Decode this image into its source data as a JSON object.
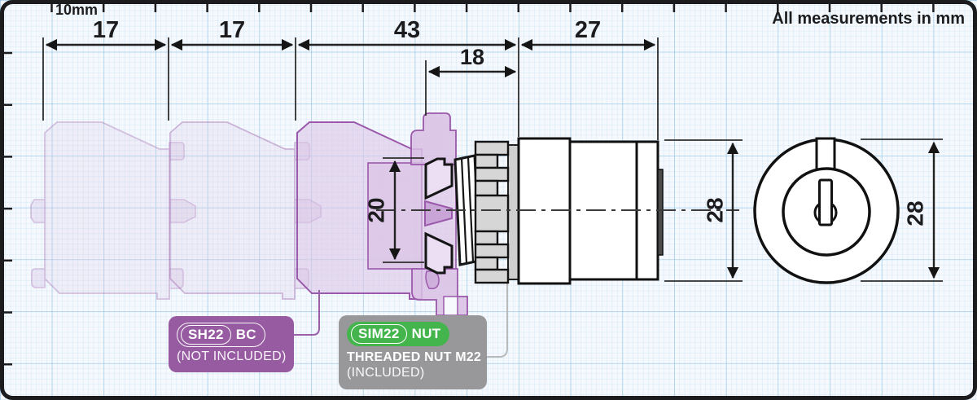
{
  "header": {
    "scale_label": "10mm",
    "units_note": "All measurements in mm"
  },
  "dimensions": {
    "block1_width": "17",
    "block2_width": "17",
    "body_length": "43",
    "head_length": "27",
    "nut_section_length": "18",
    "actuator_height": "20",
    "body_diameter_side": "28",
    "bezel_diameter_front": "28"
  },
  "badges": {
    "sh22": {
      "code": "SH22",
      "suffix": "BC",
      "note": "(NOT INCLUDED)",
      "color": "#975ba1"
    },
    "sim22": {
      "code": "SIM22",
      "suffix": "NUT",
      "title": "THREADED NUT M22",
      "note": "(INCLUDED)",
      "color": "#98989a",
      "pill_color": "#44b54d"
    }
  },
  "colors": {
    "ink": "#1c1c1e",
    "grid_minor": "#a9d0ec",
    "grid_major": "#6fb0dc",
    "ghost_purple": "#9b59ab",
    "nut_gray": "#d6d6d6"
  }
}
